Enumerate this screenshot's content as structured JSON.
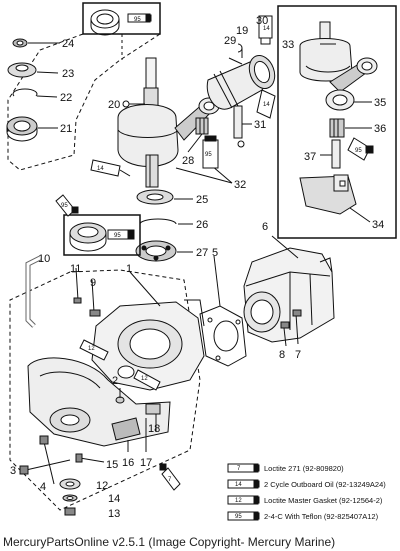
{
  "footer": {
    "site": "MercuryPartsOnline v2.5.1",
    "copyright": "(Image Copyright- Mercury Marine)"
  },
  "callouts": {
    "c1": "1",
    "c2": "2",
    "c3": "3",
    "c4": "4",
    "c5": "5",
    "c6": "6",
    "c7": "7",
    "c8": "8",
    "c9": "9",
    "c10": "10",
    "c11": "11",
    "c12": "12",
    "c13": "13",
    "c14": "14",
    "c15": "15",
    "c16": "16",
    "c17": "17",
    "c18": "18",
    "c19": "19",
    "c20": "20",
    "c21": "21",
    "c22": "22",
    "c23": "23",
    "c24": "24",
    "c25": "25",
    "c26": "26",
    "c27": "27",
    "c28": "28",
    "c29": "29",
    "c30": "30",
    "c31": "31",
    "c32": "32",
    "c33": "33",
    "c34": "34",
    "c35": "35",
    "c36": "36",
    "c37": "37"
  },
  "tube_labels": {
    "t95a": "95",
    "t95b": "95",
    "t95c": "95",
    "t95d": "95",
    "t95e": "95",
    "t95f": "95",
    "t14a": "14",
    "t14b": "14",
    "t14c": "14",
    "t12a": "12",
    "t12b": "12",
    "t7": "7"
  },
  "legend": [
    {
      "code": "7",
      "text": "Loctite 271 (92-809820)"
    },
    {
      "code": "14",
      "text": "2 Cycle Outboard Oil (92-13249A24)"
    },
    {
      "code": "12",
      "text": "Loctite Master Gasket (92-12564-2)"
    },
    {
      "code": "95",
      "text": "2-4-C  With Teflon (92-825407A12)"
    }
  ]
}
